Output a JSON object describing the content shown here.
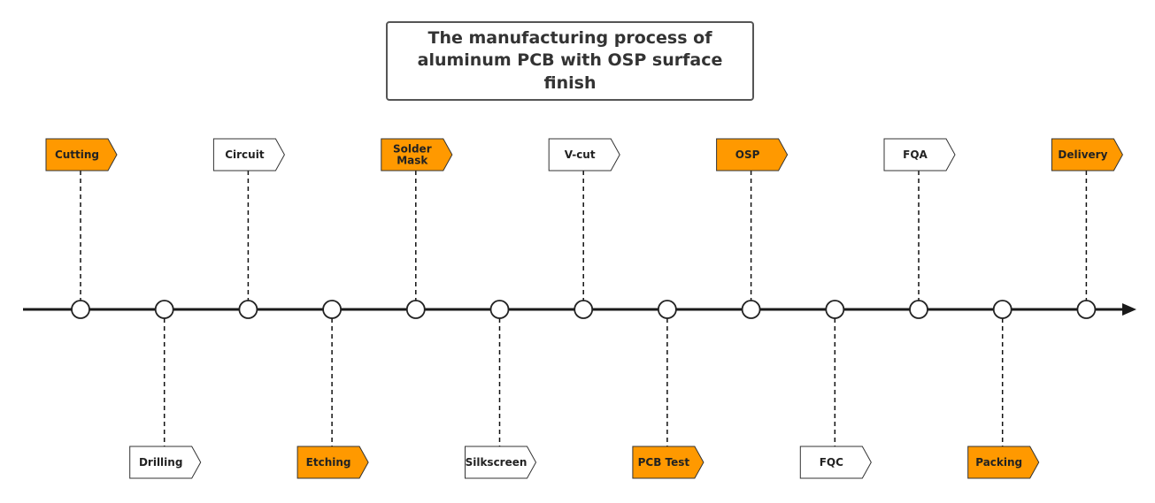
{
  "title": {
    "line1": "The manufacturing process of",
    "line2": "aluminum PCB with OSP surface finish"
  },
  "colors": {
    "highlight": "#ff9900",
    "plain": "#ffffff",
    "line": "#1a1a1a",
    "text": "#333333"
  },
  "steps": [
    {
      "label": [
        "Cutting"
      ],
      "position": "above",
      "highlighted": true
    },
    {
      "label": [
        "Drilling"
      ],
      "position": "below",
      "highlighted": false
    },
    {
      "label": [
        "Circuit"
      ],
      "position": "above",
      "highlighted": false
    },
    {
      "label": [
        "Etching"
      ],
      "position": "below",
      "highlighted": true
    },
    {
      "label": [
        "Solder",
        "Mask"
      ],
      "position": "above",
      "highlighted": true
    },
    {
      "label": [
        "Silkscreen"
      ],
      "position": "below",
      "highlighted": false
    },
    {
      "label": [
        "V-cut"
      ],
      "position": "above",
      "highlighted": false
    },
    {
      "label": [
        "PCB Test"
      ],
      "position": "below",
      "highlighted": true
    },
    {
      "label": [
        "OSP"
      ],
      "position": "above",
      "highlighted": true
    },
    {
      "label": [
        "FQC"
      ],
      "position": "below",
      "highlighted": false
    },
    {
      "label": [
        "FQA"
      ],
      "position": "above",
      "highlighted": false
    },
    {
      "label": [
        "Packing"
      ],
      "position": "below",
      "highlighted": true
    },
    {
      "label": [
        "Delivery"
      ],
      "position": "above",
      "highlighted": true
    }
  ]
}
